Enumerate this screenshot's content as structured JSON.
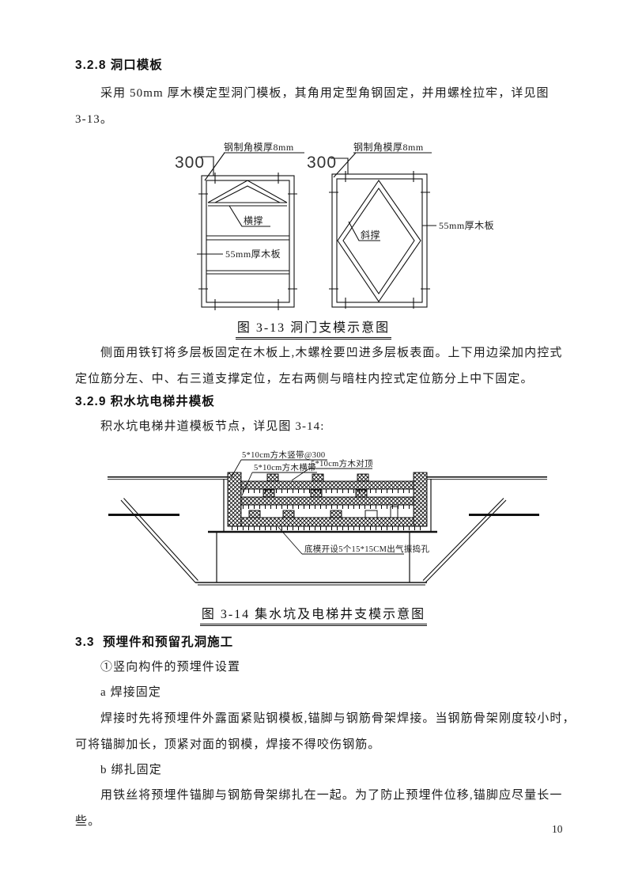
{
  "page": {
    "number": "10"
  },
  "s328": {
    "heading": "3.2.8 洞口模板",
    "p1_line1": "采用 50mm 厚木模定型洞门模板，其角用定型角钢固定，并用螺栓拉牢，详见图",
    "p1_line2": "3-13。"
  },
  "fig13": {
    "caption": "图 3-13 洞门支模示意图",
    "labels": {
      "dim_left": "300",
      "dim_right": "300",
      "angle_left": "钢制角模厚8mm",
      "angle_right": "钢制角模厚8mm",
      "cross_brace": "横撑",
      "diag_brace": "斜撑",
      "plank_left": "55mm厚木板",
      "plank_right": "55mm厚木板"
    }
  },
  "p2": {
    "line1": "侧面用铁钉将多层板固定在木板上,木螺栓要凹进多层板表面。上下用边梁加内控式",
    "line2": "定位筋分左、中、右三道支撑定位，左右两侧与暗柱内控式定位筋分上中下固定。"
  },
  "s329": {
    "heading": "3.2.9 积水坑电梯井模板",
    "p3_line1": "积水坑电梯井道模板节点，详见图 3-14:"
  },
  "fig14": {
    "caption": "图 3-14 集水坑及电梯井支模示意图",
    "labels": {
      "vertical_batten": "5*10cm方木竖带@300",
      "horizontal_batten": "5*10cm方木横带",
      "counter_prop": "5*10cm方木对顶",
      "vent_holes": "底模开设5个15*15CM出气振捣孔"
    }
  },
  "s33": {
    "heading": "3.3  预埋件和预留孔洞施工",
    "item1": "①竖向构件的预埋件设置",
    "item_a": "a 焊接固定",
    "p4_line1": "焊接时先将预埋件外露面紧贴钢模板,锚脚与钢筋骨架焊接。当钢筋骨架刚度较小时，",
    "p4_line2": "可将锚脚加长，顶紧对面的钢模，焊接不得咬伤钢筋。",
    "item_b": "b 绑扎固定",
    "p5_line1": "用铁丝将预埋件锚脚与钢筋骨架绑扎在一起。为了防止预埋件位移,锚脚应尽量长一",
    "p5_line2": "些。"
  }
}
